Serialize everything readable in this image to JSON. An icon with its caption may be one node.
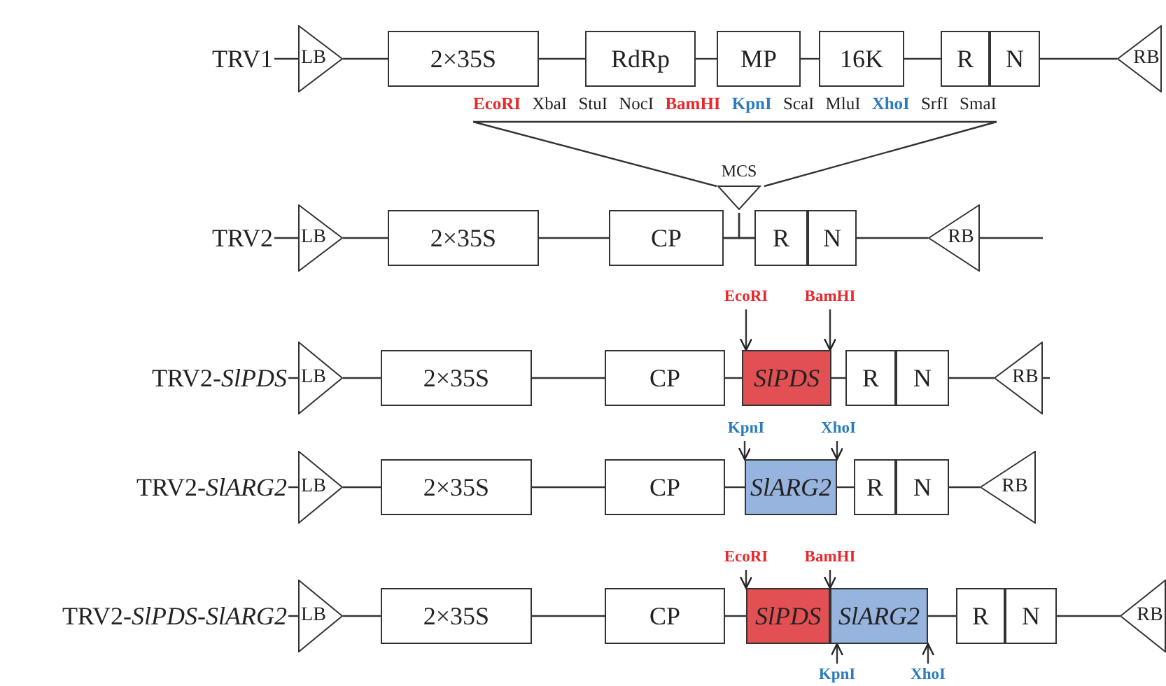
{
  "diagram": {
    "nodes": [
      {
        "text": [
          "TRV1"
        ]
      },
      {
        "text": [
          "LB"
        ]
      },
      {
        "text": [
          "2×35S"
        ]
      },
      {
        "text": [
          "RdRp"
        ]
      },
      {
        "text": [
          "MP"
        ]
      },
      {
        "text": [
          "16K"
        ]
      },
      {
        "text": [
          "R"
        ]
      },
      {
        "text": [
          "N"
        ]
      },
      {
        "text": [
          "RB"
        ]
      },
      {
        "text": [
          "TRV2"
        ]
      },
      {
        "text": [
          "LB"
        ]
      },
      {
        "text": [
          "2×35S"
        ]
      },
      {
        "text": [
          "CP"
        ]
      },
      {
        "text": [
          "MCS"
        ]
      },
      {
        "text": [
          "R"
        ]
      },
      {
        "text": [
          "N"
        ]
      },
      {
        "text": [
          "RB"
        ]
      },
      {
        "text": [
          "EcoRI"
        ]
      },
      {
        "text": [
          "BamHI"
        ]
      },
      {
        "text": [
          "TRV2-*SlPDS*"
        ]
      },
      {
        "text": [
          "LB"
        ]
      },
      {
        "text": [
          "2×35S"
        ]
      },
      {
        "text": [
          "CP"
        ]
      },
      {
        "text": [
          "SlPDS"
        ]
      },
      {
        "text": [
          "R"
        ]
      },
      {
        "text": [
          "N"
        ]
      },
      {
        "text": [
          "RB"
        ]
      },
      {
        "text": [
          "KpnI"
        ]
      },
      {
        "text": [
          "XhoI"
        ]
      },
      {
        "text": [
          "TRV2-*SlARG2*"
        ]
      },
      {
        "text": [
          "LB"
        ]
      },
      {
        "text": [
          "2×35S"
        ]
      },
      {
        "text": [
          "CP"
        ]
      },
      {
        "text": [
          "SlARG2"
        ]
      },
      {
        "text": [
          "R"
        ]
      },
      {
        "text": [
          "N"
        ]
      },
      {
        "text": [
          "RB"
        ]
      },
      {
        "text": [
          "EcoRI"
        ]
      },
      {
        "text": [
          "BamHI"
        ]
      },
      {
        "text": [
          "TRV2-*SlPDS*-*SlARG2*"
        ]
      },
      {
        "text": [
          "LB"
        ]
      },
      {
        "text": [
          "2×35S"
        ]
      },
      {
        "text": [
          "CP"
        ]
      },
      {
        "text": [
          "SlPDS"
        ]
      },
      {
        "text": [
          "SlARG2"
        ]
      },
      {
        "text": [
          "R"
        ]
      },
      {
        "text": [
          "N"
        ]
      },
      {
        "text": [
          "RB"
        ]
      },
      {
        "text": [
          "KpnI"
        ]
      },
      {
        "text": [
          "XhoI"
        ]
      }
    ],
    "edges": [
      {
        "from": 0,
        "to": 1,
        "arrow": "none"
      },
      {
        "from": 1,
        "to": 2,
        "arrow": "none"
      },
      {
        "from": 2,
        "to": 3,
        "arrow": "none"
      },
      {
        "from": 3,
        "to": 4,
        "arrow": "none"
      },
      {
        "from": 4,
        "to": 5,
        "arrow": "none"
      },
      {
        "from": 5,
        "to": 6,
        "arrow": "none"
      },
      {
        "from": 7,
        "to": 8,
        "arrow": "none"
      },
      {
        "from": 9,
        "to": 10,
        "arrow": "none"
      },
      {
        "from": 10,
        "to": 11,
        "arrow": "none"
      },
      {
        "from": 11,
        "to": 12,
        "arrow": "none"
      },
      {
        "from": 12,
        "to": 14,
        "arrow": "none"
      },
      {
        "from": 13,
        "to": 12,
        "arrow": "none"
      },
      {
        "from": 13,
        "to": 14,
        "arrow": "none"
      },
      {
        "from": 15,
        "to": 16,
        "arrow": "none"
      },
      {
        "from": 16,
        "to": null,
        "arrow": "none"
      },
      {
        "from": 17,
        "to": 23,
        "arrow": "to"
      },
      {
        "from": 18,
        "to": 23,
        "arrow": "to"
      },
      {
        "from": 19,
        "to": 20,
        "arrow": "none"
      },
      {
        "from": 20,
        "to": 21,
        "arrow": "none"
      },
      {
        "from": 21,
        "to": 22,
        "arrow": "none"
      },
      {
        "from": 22,
        "to": 23,
        "arrow": "none"
      },
      {
        "from": 23,
        "to": 24,
        "arrow": "none"
      },
      {
        "from": 25,
        "to": 26,
        "arrow": "none"
      },
      {
        "from": 26,
        "to": null,
        "arrow": "none"
      },
      {
        "from": 27,
        "to": 33,
        "arrow": "to"
      },
      {
        "from": 28,
        "to": 33,
        "arrow": "to"
      },
      {
        "from": 29,
        "to": 30,
        "arrow": "none"
      },
      {
        "from": 30,
        "to": 31,
        "arrow": "none"
      },
      {
        "from": 31,
        "to": 32,
        "arrow": "none"
      },
      {
        "from": 32,
        "to": 33,
        "arrow": "none"
      },
      {
        "from": 33,
        "to": 34,
        "arrow": "none"
      },
      {
        "from": 35,
        "to": 36,
        "arrow": "none"
      },
      {
        "from": 37,
        "to": 43,
        "arrow": "to"
      },
      {
        "from": 38,
        "to": 43,
        "arrow": "to"
      },
      {
        "from": 39,
        "to": 40,
        "arrow": "none"
      },
      {
        "from": 40,
        "to": 41,
        "arrow": "none"
      },
      {
        "from": 41,
        "to": 42,
        "arrow": "none"
      },
      {
        "from": 42,
        "to": 43,
        "arrow": "none"
      },
      {
        "from": 44,
        "to": 45,
        "arrow": "none"
      },
      {
        "from": 46,
        "to": 47,
        "arrow": "none"
      },
      {
        "from": 48,
        "to": 44,
        "arrow": "to"
      },
      {
        "from": 49,
        "to": 44,
        "arrow": "to"
      }
    ],
    "labels": [
      "EcoRI",
      "XbaI",
      "StuI",
      "NocI",
      "BamHI",
      "KpnI",
      "ScaI",
      "MluI",
      "XhoI",
      "SrfI",
      "SmaI"
    ]
  }
}
